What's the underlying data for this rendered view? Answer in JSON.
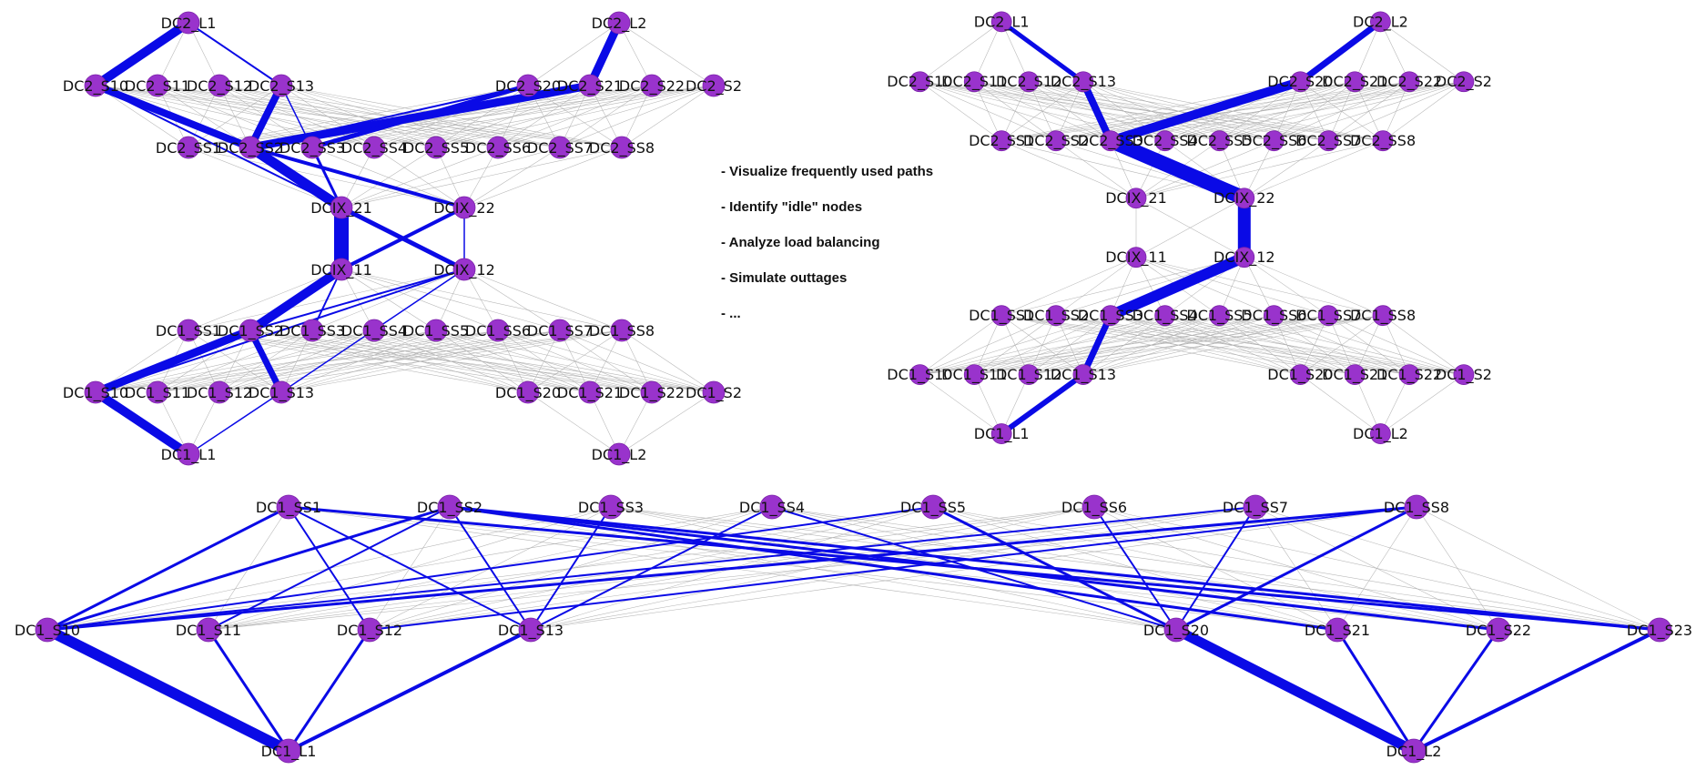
{
  "colors": {
    "node": "#9933cc",
    "node_stroke": "#7a22a8",
    "path": "#0a0ae6",
    "grid": "#a8a8a8",
    "label": "#111111"
  },
  "notes": [
    "- Visualize frequently used paths",
    "- Identify \"idle\" nodes",
    "- Analyze load balancing",
    "- Simulate outtages",
    "- ..."
  ],
  "graphs": [
    {
      "id": "top-left",
      "nodes": [
        {
          "id": "DC2_L1",
          "label": "DC2_L1"
        },
        {
          "id": "DC2_L2",
          "label": "DC2_L2"
        },
        {
          "id": "DC2_S10",
          "label": "DC2_S10"
        },
        {
          "id": "DC2_S11",
          "label": "DC2_S11"
        },
        {
          "id": "DC2_S12",
          "label": "DC2_S12"
        },
        {
          "id": "DC2_S13",
          "label": "DC2_S13"
        },
        {
          "id": "DC2_S20",
          "label": "DC2_S20"
        },
        {
          "id": "DC2_S21",
          "label": "DC2_S21"
        },
        {
          "id": "DC2_S22",
          "label": "DC2_S22"
        },
        {
          "id": "DC2_S23",
          "label": "DC2_S2"
        },
        {
          "id": "DC2_SS1",
          "label": "DC2_SS1"
        },
        {
          "id": "DC2_SS2",
          "label": "DC2_SS2"
        },
        {
          "id": "DC2_SS3",
          "label": "DC2_SS3"
        },
        {
          "id": "DC2_SS4",
          "label": "DC2_SS4"
        },
        {
          "id": "DC2_SS5",
          "label": "DC2_SS5"
        },
        {
          "id": "DC2_SS6",
          "label": "DC2_SS6"
        },
        {
          "id": "DC2_SS7",
          "label": "DC2_SS7"
        },
        {
          "id": "DC2_SS8",
          "label": "DC2_SS8"
        },
        {
          "id": "DCIX_21",
          "label": "DCIX_21"
        },
        {
          "id": "DCIX_22",
          "label": "DCIX_22"
        },
        {
          "id": "DCIX_11",
          "label": "DCIX_11"
        },
        {
          "id": "DCIX_12",
          "label": "DCIX_12"
        },
        {
          "id": "DC1_SS1",
          "label": "DC1_SS1"
        },
        {
          "id": "DC1_SS2",
          "label": "DC1_SS2"
        },
        {
          "id": "DC1_SS3",
          "label": "DC1_SS3"
        },
        {
          "id": "DC1_SS4",
          "label": "DC1_SS4"
        },
        {
          "id": "DC1_SS5",
          "label": "DC1_SS5"
        },
        {
          "id": "DC1_SS6",
          "label": "DC1_SS6"
        },
        {
          "id": "DC1_SS7",
          "label": "DC1_SS7"
        },
        {
          "id": "DC1_SS8",
          "label": "DC1_SS8"
        },
        {
          "id": "DC1_S10",
          "label": "DC1_S10"
        },
        {
          "id": "DC1_S11",
          "label": "DC1_S11"
        },
        {
          "id": "DC1_S12",
          "label": "DC1_S12"
        },
        {
          "id": "DC1_S13",
          "label": "DC1_S13"
        },
        {
          "id": "DC1_S20",
          "label": "DC1_S20"
        },
        {
          "id": "DC1_S21",
          "label": "DC1_S21"
        },
        {
          "id": "DC1_S22",
          "label": "DC1_S22"
        },
        {
          "id": "DC1_S23",
          "label": "DC1_S2"
        },
        {
          "id": "DC1_L1",
          "label": "DC1_L1"
        },
        {
          "id": "DC1_L2",
          "label": "DC1_L2"
        }
      ],
      "paths": [
        [
          "DC2_L1",
          "DC2_S10",
          10
        ],
        [
          "DC2_S10",
          "DC2_SS2",
          8
        ],
        [
          "DC2_S13",
          "DC2_SS2",
          8
        ],
        [
          "DC2_L2",
          "DC2_S21",
          9
        ],
        [
          "DC2_S21",
          "DC2_SS2",
          9
        ],
        [
          "DC2_S20",
          "DC2_SS3",
          5
        ],
        [
          "DC2_SS2",
          "DCIX_21",
          11
        ],
        [
          "DC2_SS2",
          "DCIX_22",
          4
        ],
        [
          "DCIX_21",
          "DCIX_11",
          16
        ],
        [
          "DCIX_21",
          "DCIX_12",
          5
        ],
        [
          "DCIX_22",
          "DCIX_11",
          4
        ],
        [
          "DCIX_11",
          "DC1_SS2",
          10
        ],
        [
          "DC1_SS2",
          "DC1_S10",
          9
        ],
        [
          "DC1_SS2",
          "DC1_S13",
          7
        ],
        [
          "DC1_S10",
          "DC1_L1",
          10
        ],
        [
          "DC2_SS3",
          "DCIX_21",
          3
        ],
        [
          "DC2_L1",
          "DC2_S13",
          2
        ],
        [
          "DC2_S10",
          "DCIX_21",
          2
        ],
        [
          "DC2_S20",
          "DC2_SS2",
          2
        ],
        [
          "DCIX_11",
          "DC1_SS3",
          2
        ],
        [
          "DCIX_12",
          "DC1_SS2",
          2
        ],
        [
          "DCIX_12",
          "DC1_S10",
          2
        ],
        [
          "DCIX_22",
          "DCIX_12",
          1.5
        ],
        [
          "DC1_L1",
          "DC1_S13",
          1.5
        ],
        [
          "DC2_S13",
          "DCIX_21",
          1.5
        ],
        [
          "DC1_S13",
          "DCIX_12",
          1.5
        ]
      ]
    },
    {
      "id": "top-right",
      "nodes": [
        {
          "id": "DC2_L1",
          "label": "DC2_L1"
        },
        {
          "id": "DC2_L2",
          "label": "DC2_L2"
        },
        {
          "id": "DC2_S10",
          "label": "DC2_S10"
        },
        {
          "id": "DC2_S11",
          "label": "DC2_S11"
        },
        {
          "id": "DC2_S12",
          "label": "DC2_S12"
        },
        {
          "id": "DC2_S13",
          "label": "DC2_S13"
        },
        {
          "id": "DC2_S20",
          "label": "DC2_S20"
        },
        {
          "id": "DC2_S21",
          "label": "DC2_S21"
        },
        {
          "id": "DC2_S22",
          "label": "DC2_S22"
        },
        {
          "id": "DC2_S23",
          "label": "DC2_S2"
        },
        {
          "id": "DC2_SS1",
          "label": "DC2_SS1"
        },
        {
          "id": "DC2_SS2",
          "label": "DC2_SS2"
        },
        {
          "id": "DC2_SS3",
          "label": "DC2_SS3"
        },
        {
          "id": "DC2_SS4",
          "label": "DC2_SS4"
        },
        {
          "id": "DC2_SS5",
          "label": "DC2_SS5"
        },
        {
          "id": "DC2_SS6",
          "label": "DC2_SS6"
        },
        {
          "id": "DC2_SS7",
          "label": "DC2_SS7"
        },
        {
          "id": "DC2_SS8",
          "label": "DC2_SS8"
        },
        {
          "id": "DCIX_21",
          "label": "DCIX_21"
        },
        {
          "id": "DCIX_22",
          "label": "DCIX_22"
        },
        {
          "id": "DCIX_11",
          "label": "DCIX_11"
        },
        {
          "id": "DCIX_12",
          "label": "DCIX_12"
        },
        {
          "id": "DC1_SS1",
          "label": "DC1_SS1"
        },
        {
          "id": "DC1_SS2",
          "label": "DC1_SS2"
        },
        {
          "id": "DC1_SS3",
          "label": "DC1_SS3"
        },
        {
          "id": "DC1_SS4",
          "label": "DC1_SS4"
        },
        {
          "id": "DC1_SS5",
          "label": "DC1_SS5"
        },
        {
          "id": "DC1_SS6",
          "label": "DC1_SS6"
        },
        {
          "id": "DC1_SS7",
          "label": "DC1_SS7"
        },
        {
          "id": "DC1_SS8",
          "label": "DC1_SS8"
        },
        {
          "id": "DC1_S10",
          "label": "DC1_S10"
        },
        {
          "id": "DC1_S11",
          "label": "DC1_S11"
        },
        {
          "id": "DC1_S12",
          "label": "DC1_S12"
        },
        {
          "id": "DC1_S13",
          "label": "DC1_S13"
        },
        {
          "id": "DC1_S20",
          "label": "DC1_S20"
        },
        {
          "id": "DC1_S21",
          "label": "DC1_S21"
        },
        {
          "id": "DC1_S22",
          "label": "DC1_S22"
        },
        {
          "id": "DC1_S23",
          "label": "DC1_S2"
        },
        {
          "id": "DC1_L1",
          "label": "DC1_L1"
        },
        {
          "id": "DC1_L2",
          "label": "DC1_L2"
        }
      ],
      "paths": [
        [
          "DC2_L1",
          "DC2_S13",
          5
        ],
        [
          "DC2_S13",
          "DC2_SS3",
          8
        ],
        [
          "DC2_L2",
          "DC2_S20",
          7
        ],
        [
          "DC2_S20",
          "DC2_SS3",
          10
        ],
        [
          "DC2_SS3",
          "DCIX_22",
          16
        ],
        [
          "DCIX_22",
          "DCIX_12",
          14
        ],
        [
          "DCIX_12",
          "DC1_SS3",
          12
        ],
        [
          "DC1_SS3",
          "DC1_S13",
          7
        ],
        [
          "DC1_S13",
          "DC1_L1",
          6
        ]
      ]
    },
    {
      "id": "bottom",
      "nodes": [
        {
          "id": "DC1_SS1",
          "label": "DC1_SS1"
        },
        {
          "id": "DC1_SS2",
          "label": "DC1_SS2"
        },
        {
          "id": "DC1_SS3",
          "label": "DC1_SS3"
        },
        {
          "id": "DC1_SS4",
          "label": "DC1_SS4"
        },
        {
          "id": "DC1_SS5",
          "label": "DC1_SS5"
        },
        {
          "id": "DC1_SS6",
          "label": "DC1_SS6"
        },
        {
          "id": "DC1_SS7",
          "label": "DC1_SS7"
        },
        {
          "id": "DC1_SS8",
          "label": "DC1_SS8"
        },
        {
          "id": "DC1_S10",
          "label": "DC1_S10"
        },
        {
          "id": "DC1_S11",
          "label": "DC1_S11"
        },
        {
          "id": "DC1_S12",
          "label": "DC1_S12"
        },
        {
          "id": "DC1_S13",
          "label": "DC1_S13"
        },
        {
          "id": "DC1_S20",
          "label": "DC1_S20"
        },
        {
          "id": "DC1_S21",
          "label": "DC1_S21"
        },
        {
          "id": "DC1_S22",
          "label": "DC1_S22"
        },
        {
          "id": "DC1_S23",
          "label": "DC1_S23"
        },
        {
          "id": "DC1_L1",
          "label": "DC1_L1"
        },
        {
          "id": "DC1_L2",
          "label": "DC1_L2"
        }
      ],
      "paths": [
        [
          "DC1_S10",
          "DC1_L1",
          12
        ],
        [
          "DC1_S20",
          "DC1_L2",
          11
        ],
        [
          "DC1_S13",
          "DC1_L1",
          4
        ],
        [
          "DC1_S11",
          "DC1_L1",
          3
        ],
        [
          "DC1_S12",
          "DC1_L1",
          3
        ],
        [
          "DC1_S21",
          "DC1_L2",
          3
        ],
        [
          "DC1_S22",
          "DC1_L2",
          3
        ],
        [
          "DC1_S23",
          "DC1_L2",
          4
        ],
        [
          "DC1_SS1",
          "DC1_S10",
          3
        ],
        [
          "DC1_SS1",
          "DC1_S12",
          2
        ],
        [
          "DC1_SS1",
          "DC1_S13",
          2
        ],
        [
          "DC1_SS1",
          "DC1_S23",
          3
        ],
        [
          "DC1_SS2",
          "DC1_S10",
          3
        ],
        [
          "DC1_SS2",
          "DC1_S11",
          2
        ],
        [
          "DC1_SS2",
          "DC1_S13",
          2
        ],
        [
          "DC1_SS2",
          "DC1_S21",
          3
        ],
        [
          "DC1_SS2",
          "DC1_S22",
          3
        ],
        [
          "DC1_SS2",
          "DC1_S23",
          3
        ],
        [
          "DC1_SS3",
          "DC1_S13",
          2
        ],
        [
          "DC1_SS4",
          "DC1_S13",
          2
        ],
        [
          "DC1_SS4",
          "DC1_S20",
          2
        ],
        [
          "DC1_SS5",
          "DC1_S10",
          2
        ],
        [
          "DC1_SS5",
          "DC1_S20",
          3
        ],
        [
          "DC1_SS6",
          "DC1_S20",
          2
        ],
        [
          "DC1_SS7",
          "DC1_S10",
          2
        ],
        [
          "DC1_SS7",
          "DC1_S20",
          2
        ],
        [
          "DC1_SS8",
          "DC1_S10",
          3
        ],
        [
          "DC1_SS8",
          "DC1_S12",
          2
        ],
        [
          "DC1_SS8",
          "DC1_S20",
          3
        ]
      ]
    }
  ]
}
